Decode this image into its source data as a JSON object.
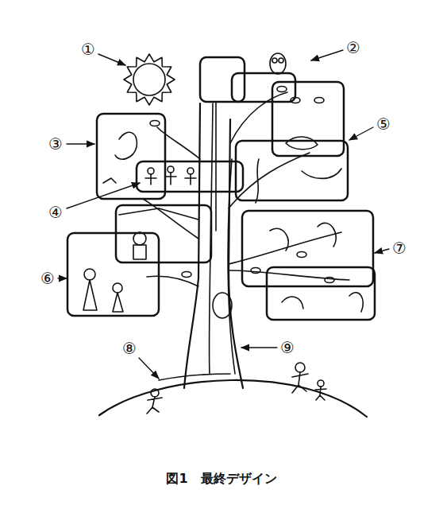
{
  "diagram": {
    "caption": "図1　最終デザイン",
    "labels": [
      "①",
      "②",
      "③",
      "④",
      "⑤",
      "⑥",
      "⑦",
      "⑧",
      "⑨"
    ]
  }
}
